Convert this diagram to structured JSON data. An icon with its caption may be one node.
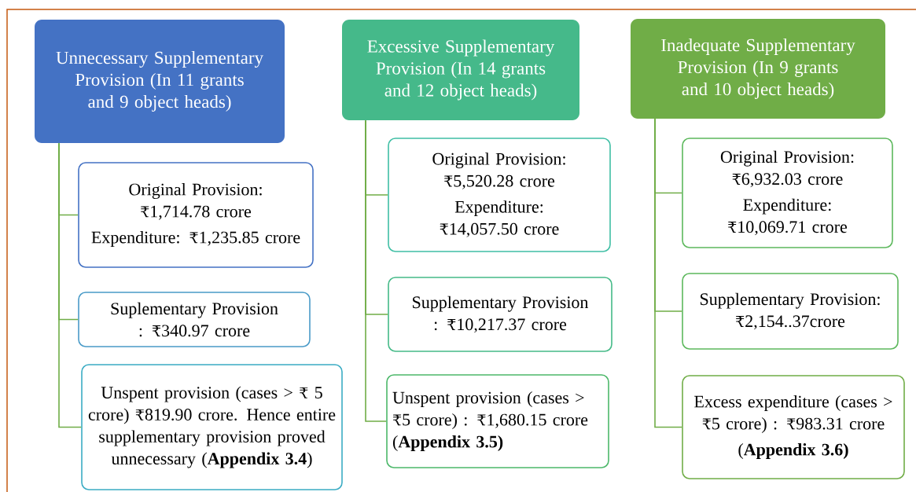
{
  "diagram": {
    "nodes": [
      {
        "text": [
          "Unnecessary Supplementary Provision (In 11 grants and 9 object heads)"
        ]
      },
      {
        "text": [
          "Original Provision: ₹1,714.78 crore",
          "Expenditure: ₹1,235.85 crore"
        ]
      },
      {
        "text": [
          "Suplementary Provision : ₹340.97 crore"
        ]
      },
      {
        "text": [
          "Unspent provision (cases > ₹ 5 crore) ₹819.90 crore. Hence entire supplementary provision proved unnecessary (**Appendix 3.4**)"
        ]
      },
      {
        "text": [
          "Excessive Supplementary Provision (In 14 grants and 12 object heads)"
        ]
      },
      {
        "text": [
          "Original Provision: ₹5,520.28 crore",
          "Expenditure: ₹14,057.50 crore"
        ]
      },
      {
        "text": [
          "Supplementary Provision : ₹10,217.37 crore"
        ]
      },
      {
        "text": [
          "Unspent provision (cases > ₹5 crore) : ₹1,680.15 crore (**Appendix 3.5)**"
        ]
      },
      {
        "text": [
          "Inadequate Supplementary Provision (In 9 grants and 10 object heads)"
        ]
      },
      {
        "text": [
          "Original Provision: ₹6,932.03 crore",
          "Expenditure: ₹10,069.71 crore"
        ]
      },
      {
        "text": [
          "Supplementary Provision: ₹2,154..37crore"
        ]
      },
      {
        "text": [
          "Excess expenditure (cases > ₹5 crore) : ₹983.31 crore",
          "(**Appendix 3.6)**"
        ]
      }
    ],
    "edges": [
      {
        "from": 0,
        "to": 1,
        "arrow": "none"
      },
      {
        "from": 0,
        "to": 2,
        "arrow": "none"
      },
      {
        "from": 0,
        "to": 3,
        "arrow": "none"
      },
      {
        "from": 4,
        "to": 5,
        "arrow": "none"
      },
      {
        "from": 4,
        "to": 6,
        "arrow": "none"
      },
      {
        "from": 4,
        "to": 7,
        "arrow": "none"
      },
      {
        "from": 8,
        "to": 9,
        "arrow": "none"
      },
      {
        "from": 8,
        "to": 10,
        "arrow": "none"
      },
      {
        "from": 8,
        "to": 11,
        "arrow": "none"
      }
    ]
  }
}
